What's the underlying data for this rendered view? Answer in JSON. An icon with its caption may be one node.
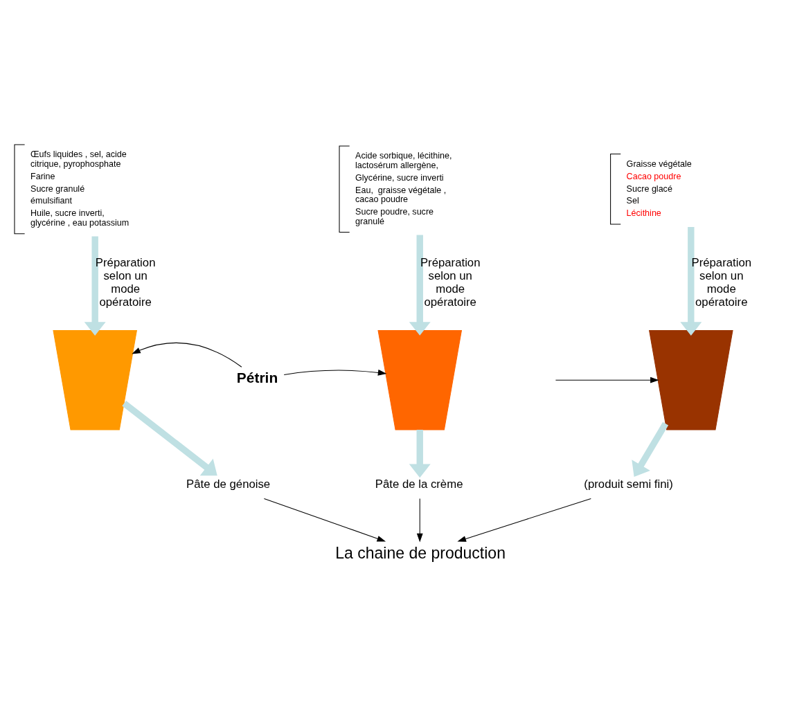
{
  "diagram": {
    "nodes": [
      {
        "text": [
          "Œufs liquides , sel, acide citrique, pyrophosphate",
          "Farine",
          "Sucre granulé",
          "émulsifiant",
          "Huile, sucre inverti, glycérine , eau potassium"
        ]
      },
      {
        "text": [
          "Acide sorbique, lécithine, lactosérum allergène,",
          "Glycérine, sucre inverti",
          "Eau,  graisse végétale , cacao poudre",
          "Sucre poudre, sucre granulé"
        ]
      },
      {
        "text": [
          "Graisse végétale",
          "Cacao poudre",
          "Sucre glacé",
          "Sel",
          "Lécithine"
        ]
      },
      {
        "text": [],
        "shape": "trapezoid"
      },
      {
        "text": [],
        "shape": "trapezoid"
      },
      {
        "text": [],
        "shape": "trapezoid"
      },
      {
        "text": [
          "Pétrin"
        ]
      },
      {
        "text": [
          "Pâte de génoise"
        ]
      },
      {
        "text": [
          "Pâte de la crème"
        ]
      },
      {
        "text": [
          "(produit semi fini)"
        ]
      },
      {
        "text": [
          "La chaine de production"
        ]
      }
    ],
    "edges": [
      {
        "from": 0,
        "to": 3,
        "arrow": "to",
        "label": "Préparation selon un mode opératoire",
        "style": "thick",
        "color": "#bfe0e3"
      },
      {
        "from": 1,
        "to": 4,
        "arrow": "to",
        "label": "Préparation selon un mode opératoire",
        "style": "thick",
        "color": "#bfe0e3"
      },
      {
        "from": 2,
        "to": 5,
        "arrow": "to",
        "label": "Préparation selon un mode opératoire",
        "style": "thick",
        "color": "#bfe0e3"
      },
      {
        "from": 6,
        "to": 3,
        "arrow": "to",
        "color": "#000000"
      },
      {
        "from": 6,
        "to": 4,
        "arrow": "to",
        "color": "#000000"
      },
      {
        "from": null,
        "to": 5,
        "arrow": "to",
        "color": "#000000"
      },
      {
        "from": 3,
        "to": 7,
        "arrow": "to",
        "style": "thick",
        "color": "#bfe0e3"
      },
      {
        "from": 4,
        "to": 8,
        "arrow": "to",
        "style": "thick",
        "color": "#bfe0e3"
      },
      {
        "from": 5,
        "to": 9,
        "arrow": "to",
        "style": "thick",
        "color": "#bfe0e3"
      },
      {
        "from": 7,
        "to": 10,
        "arrow": "to",
        "color": "#000000"
      },
      {
        "from": 8,
        "to": 10,
        "arrow": "to",
        "color": "#000000"
      },
      {
        "from": 9,
        "to": 10,
        "arrow": "to",
        "color": "#000000"
      }
    ]
  }
}
